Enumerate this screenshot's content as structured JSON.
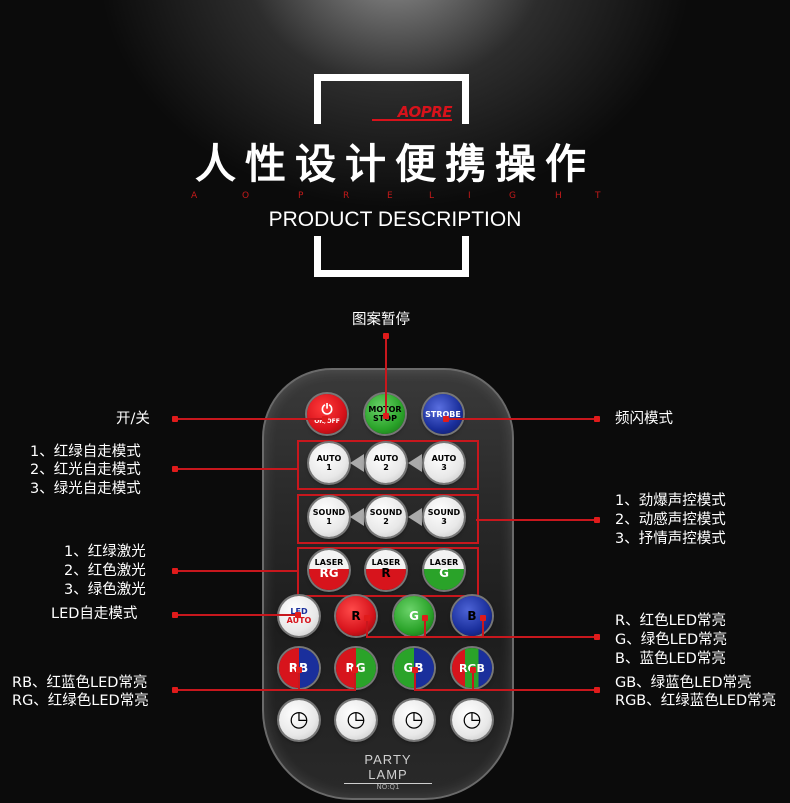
{
  "header": {
    "brand": "AOPRE",
    "title": "人性设计便携操作",
    "subtitle_letters": [
      "A",
      "O",
      "P",
      "R",
      "E",
      "L",
      "I",
      "G",
      "H",
      "T"
    ],
    "product": "PRODUCT DESCRIPTION"
  },
  "labels": {
    "pause": "图案暂停",
    "onoff": "开/关",
    "strobe": "频闪模式",
    "auto_1": "1、红绿自走模式",
    "auto_2": "2、红光自走模式",
    "auto_3": "3、绿光自走模式",
    "sound_1": "1、劲爆声控模式",
    "sound_2": "2、动感声控模式",
    "sound_3": "3、抒情声控模式",
    "laser_1": "1、红绿激光",
    "laser_2": "2、红色激光",
    "laser_3": "3、绿色激光",
    "led_auto": "LED自走模式",
    "led_r": "R、红色LED常亮",
    "led_g": "G、绿色LED常亮",
    "led_b": "B、蓝色LED常亮",
    "rb": "RB、红蓝色LED常亮",
    "rg": "RG、红绿色LED常亮",
    "gb": "GB、绿蓝色LED常亮",
    "rgb": "RGB、红绿蓝色LED常亮"
  },
  "remote": {
    "onoff_label": "ON/OFF",
    "motor_label_1": "MOTOR",
    "motor_label_2": "STOP",
    "strobe_label": "STROBE",
    "auto_top": "AUTO",
    "auto_nums": [
      "1",
      "2",
      "3"
    ],
    "sound_top": "SOUND",
    "sound_nums": [
      "1",
      "2",
      "3"
    ],
    "laser_top": "LASER",
    "laser_bottom": [
      "RG",
      "R",
      "G"
    ],
    "led_label_1": "LED",
    "led_label_2": "AUTO",
    "single_led": [
      "R",
      "G",
      "B"
    ],
    "combo_led": [
      "RB",
      "RG",
      "GB",
      "RGB"
    ],
    "party_lamp": "PARTY LAMP",
    "model": "NO:Q1"
  },
  "colors": {
    "accent_red": "#c8171d",
    "led_red": "#d7141c",
    "led_green": "#2aa329",
    "led_blue": "#1a2f9c",
    "power_red": "#d8121b"
  }
}
